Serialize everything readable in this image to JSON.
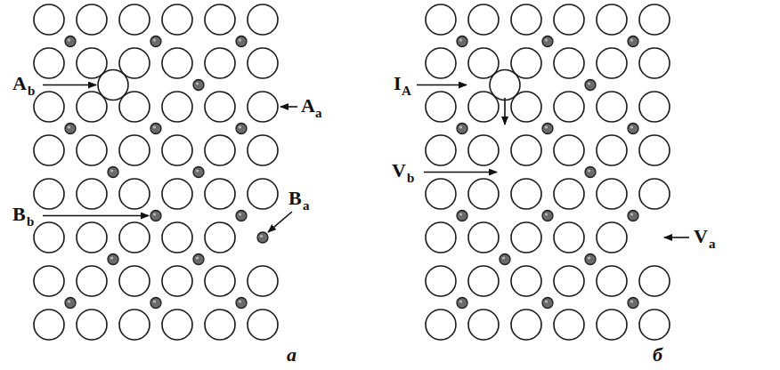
{
  "diagram": {
    "labels": [
      "A",
      "b",
      "A",
      "a",
      "B",
      "b",
      "B",
      "a",
      "а",
      "I",
      "A",
      "V",
      "b",
      "V",
      "a",
      "б"
    ]
  }
}
